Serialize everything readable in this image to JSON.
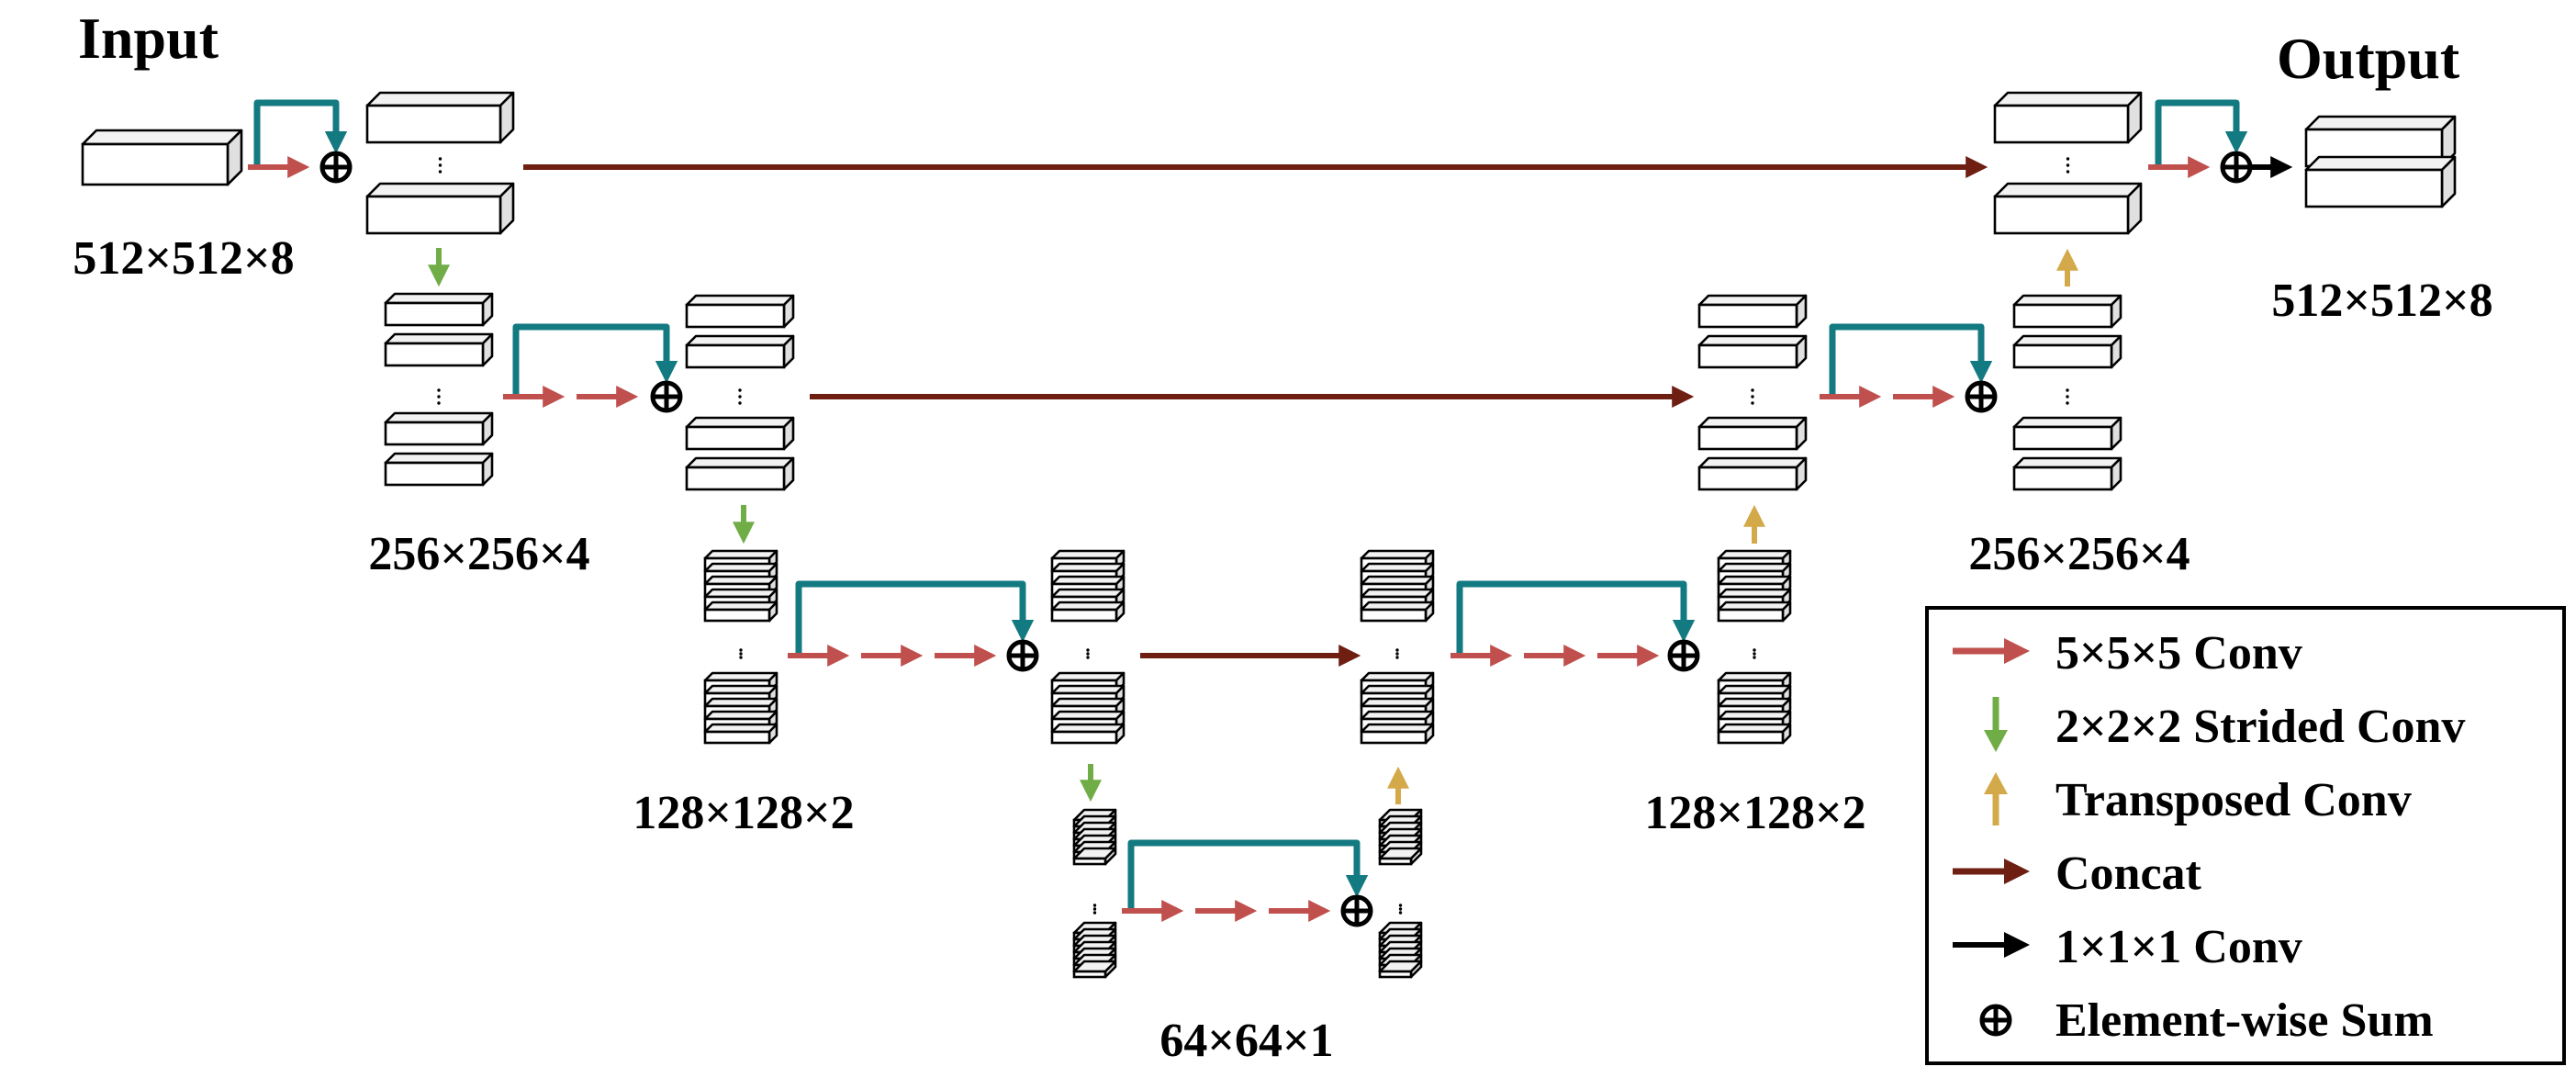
{
  "titles": {
    "input": "Input",
    "output": "Output"
  },
  "dims": {
    "level1_in": "512×512×8",
    "level2_in": "256×256×4",
    "level3_in": "128×128×2",
    "bottom": "64×64×1",
    "level3_out": "128×128×2",
    "level2_out": "256×256×4",
    "level1_out": "512×512×8"
  },
  "colors": {
    "conv": "#c0504d",
    "strided": "#70ad47",
    "transposed": "#d4a94a",
    "concat": "#6e1f12",
    "skip": "#127a80",
    "final": "#000000"
  },
  "legend": {
    "items": [
      {
        "label": "5×5×5 Conv",
        "icon": "red-arrow-right-icon"
      },
      {
        "label": "2×2×2 Strided Conv",
        "icon": "green-arrow-down-icon"
      },
      {
        "label": "Transposed Conv",
        "icon": "gold-arrow-up-icon"
      },
      {
        "label": "Concat",
        "icon": "brown-arrow-right-icon"
      },
      {
        "label": "1×1×1 Conv",
        "icon": "black-arrow-right-icon"
      },
      {
        "label": "Element-wise Sum",
        "icon": "circled-plus-icon"
      }
    ]
  }
}
